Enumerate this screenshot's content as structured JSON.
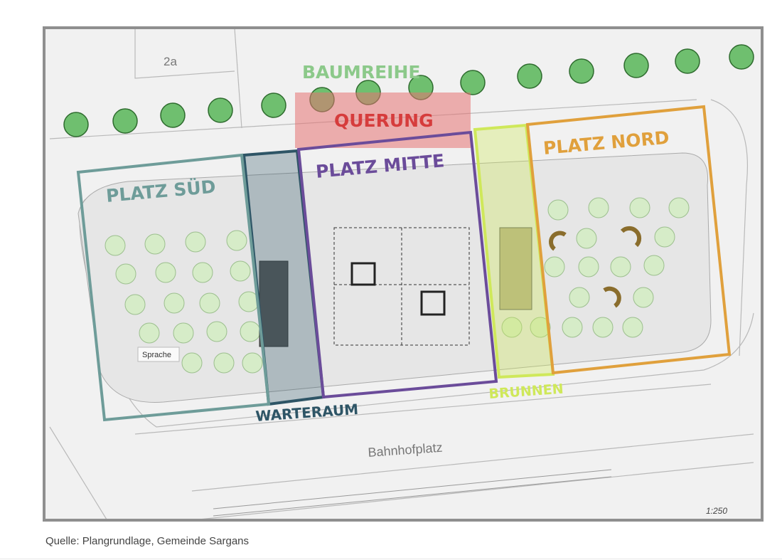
{
  "plan": {
    "parcel_label": "2a",
    "street_label": "Bahnhofplatz",
    "scale": "1:250",
    "tooltip": "Sprache",
    "zones": {
      "baumreihe": {
        "label": "BAUMREIHE",
        "color": "#8cc98a"
      },
      "querung": {
        "label": "QUERUNG",
        "color": "#d63c3c"
      },
      "platz_sued": {
        "label": "PLATZ SÜD",
        "color": "#6e9c99"
      },
      "warteraum": {
        "label": "WARTERAUM",
        "color": "#2e5566"
      },
      "platz_mitte": {
        "label": "PLATZ MITTE",
        "color": "#6b4c9a"
      },
      "brunnen": {
        "label": "BRUNNEN",
        "color": "#cfe85a"
      },
      "platz_nord": {
        "label": "PLATZ NORD",
        "color": "#e0a03c"
      }
    }
  },
  "caption": "Quelle: Plangrundlage, Gemeinde Sargans"
}
